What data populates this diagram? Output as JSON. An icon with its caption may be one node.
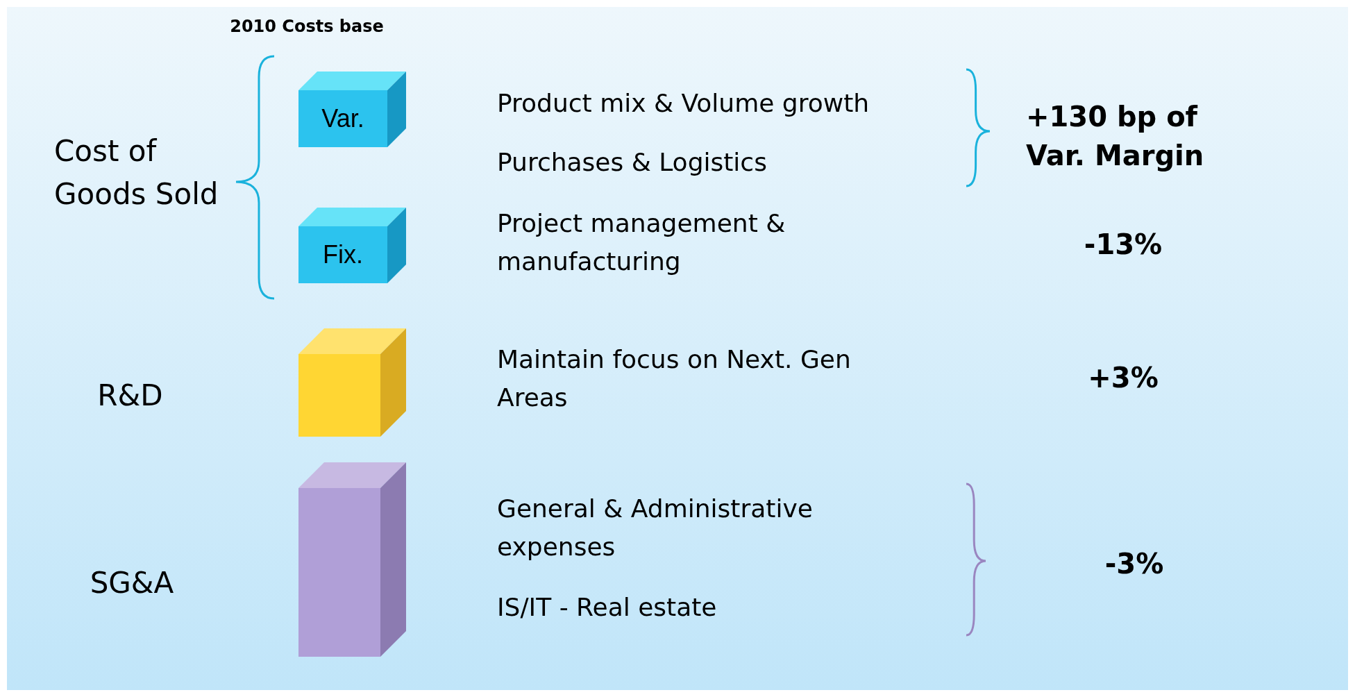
{
  "diagram": {
    "nodes": [
      {
        "text": [
          "Var."
        ]
      },
      {
        "text": [
          "Fix."
        ]
      },
      {
        "text": [],
        "shape": "box"
      },
      {
        "text": [],
        "shape": "box"
      }
    ],
    "labels": [
      "2010 Costs base",
      "Cost of Goods Sold",
      "Product mix & Volume growth",
      "Purchases & Logistics",
      "+130 bp of Var. Margin",
      "Project management & manufacturing",
      "-13%",
      "R&D",
      "Maintain focus on Next. Gen Areas",
      "+3%",
      "SG&A",
      "General & Administrative expenses",
      "IS/IT - Real estate",
      "-3%"
    ]
  }
}
